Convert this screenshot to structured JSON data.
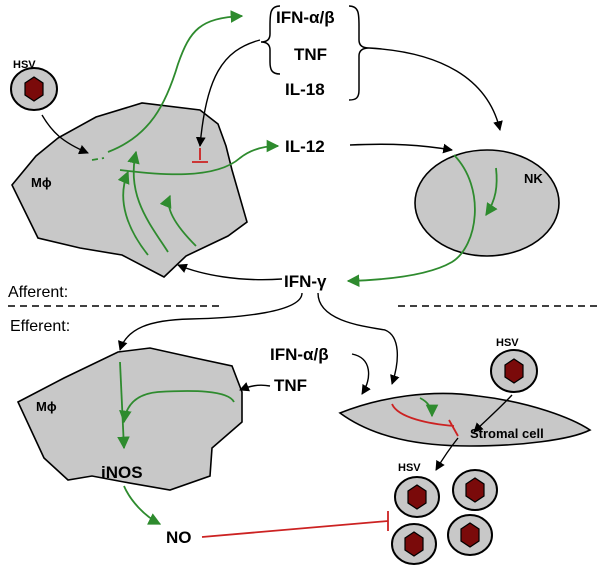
{
  "labels": {
    "ifn_ab_top": "IFN-α/β",
    "tnf_top": "TNF",
    "il18": "IL-18",
    "il12": "IL-12",
    "hsv_top": "HSV",
    "mphi_top": "Mϕ",
    "nk": "NK",
    "ifn_gamma": "IFN-γ",
    "afferent": "Afferent:",
    "efferent": "Efferent:",
    "ifn_ab_bottom": "IFN-α/β",
    "hsv_right": "HSV",
    "mphi_bottom": "Mϕ",
    "tnf_bottom": "TNF",
    "stromal_cell": "Stromal cell",
    "inos": "iNOS",
    "hsv_cluster": "HSV",
    "no": "NO"
  },
  "colors": {
    "cell_fill": "#c8c8c8",
    "virus_core": "#7a0a0a",
    "activation_arrow": "#2e8b2e",
    "inhibition": "#cc2222"
  }
}
